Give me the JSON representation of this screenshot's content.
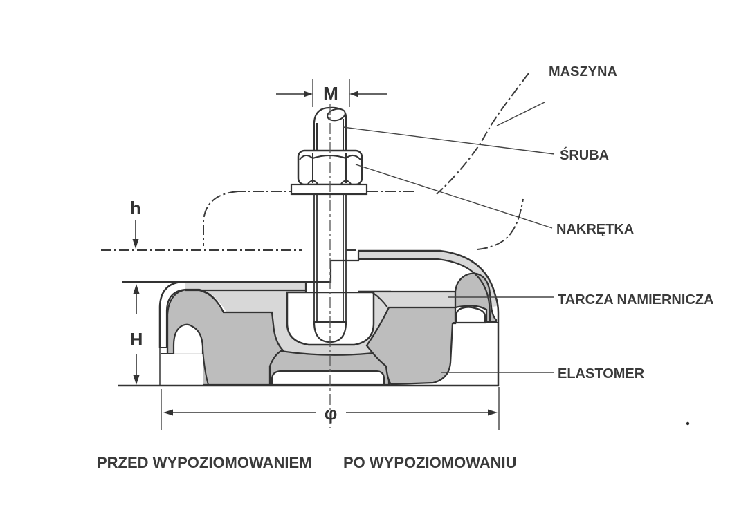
{
  "labels": {
    "maszyna": "MASZYNA",
    "sruba": "ŚRUBA",
    "nakretka": "NAKRĘTKA",
    "tarcza": "TARCZA NAMIERNICZA",
    "elastomer": "ELASTOMER"
  },
  "captions": {
    "before": "PRZED WYPOZIOMOWANIEM",
    "after": "PO WYPOZIOMOWANIU"
  },
  "dimensions": {
    "thread": "M",
    "adjust_height": "h",
    "total_height": "H",
    "diameter": "φ"
  },
  "colors": {
    "line": "#333333",
    "elastomer_fill": "#bdbdbd",
    "disc_fill": "#d8d8d8",
    "background": "#ffffff",
    "text": "#3a3a3a"
  }
}
